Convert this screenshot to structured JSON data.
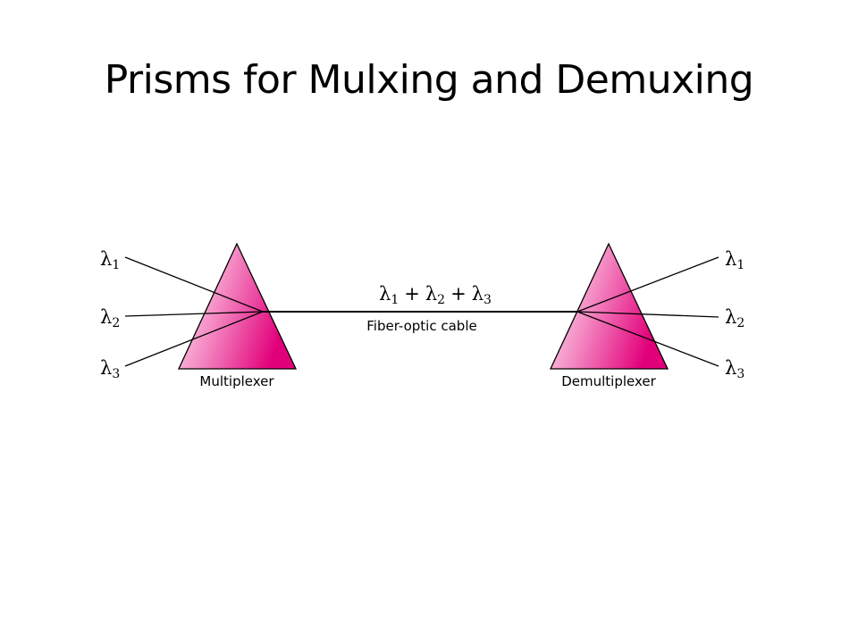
{
  "slide": {
    "title": "Prisms for Mulxing and Demuxing"
  },
  "diagram": {
    "symbol": "λ",
    "plus": "+",
    "inputs": [
      {
        "symbol": "λ",
        "subscript": "1"
      },
      {
        "symbol": "λ",
        "subscript": "2"
      },
      {
        "symbol": "λ",
        "subscript": "3"
      }
    ],
    "outputs": [
      {
        "symbol": "λ",
        "subscript": "1"
      },
      {
        "symbol": "λ",
        "subscript": "2"
      },
      {
        "symbol": "λ",
        "subscript": "3"
      }
    ],
    "combined_subscripts": [
      "1",
      "2",
      "3"
    ],
    "cable_label": "Fiber-optic cable",
    "left_prism_label": "Multiplexer",
    "right_prism_label": "Demultiplexer",
    "colors": {
      "prism_dark": "#e2007a",
      "prism_light": "#fde8f3",
      "line": "#000000"
    }
  }
}
